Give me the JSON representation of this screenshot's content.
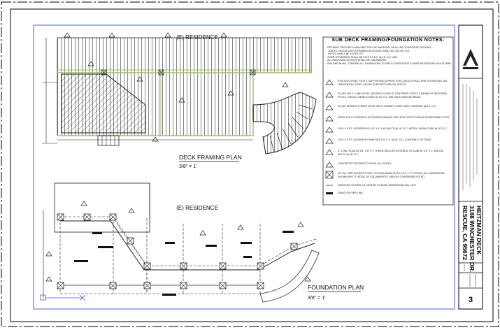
{
  "upper_plan": {
    "residence_label": "(E) RESIDENCE",
    "title": "DECK FRAMING PLAN",
    "scale": "3/8\" = 1'"
  },
  "lower_plan": {
    "residence_label": "(E) RESIDENCE",
    "title": "FOUNDATION PLAN",
    "scale": "3/8\" = 1'"
  },
  "notes": {
    "title": "SUB DECK FRAMING/FOUNDATION NOTES:",
    "general": [
      "-DECKING: PROVIDE A WALKING TOP CAP MATERIAL SHALL BE COMPOSITE DECKING.",
      "- JOISTS: FASCIA JOISTS FRAMED BLOCKING SHALL BE 2X8 OR 1X4.",
      "- POSTS SHALL BE 4X4 P.T.D.F.",
      "-STAIR STRINGERS SHALL BE 2X12 P.T.D.F. @ 16\" O.C. MIN.",
      "-ALL NAILS AND SCREWS SHALL BE GALVANIZED.",
      "-BUILDER SHALL CONFIRM ALL DIMENSIONS TO FIELD CONDITIONS & MAKE NECESSARY ADJUSTMENTS."
    ],
    "items": [
      "EXISTING STEEL POSTS SUPPORTING UPPER LEVEL DECK STRUCTURE IN EXISTING 2X6 HORIZONTAL STEEL CROSS SUPPORTS BELOW JOISTS.",
      "FLUSH 2X4 X 3 AND STEEL WELDED CLOSE AT CENTERED POSTS & BEAMS AT WESTERN POSTS. INSTALL BEAM ALONG @ 16\" O.C. BELOW AT ANGLED BEAM.",
      "FLUSH BEAM AT LOWER LEVEL DECK W/SIMP. LUS26 JOIST HANGERS @ 16\" O.C.",
      "DROP 2X6 X 3 SHEER IF OR W/SIMP BEAM AT GIRT END POSTS & BEAM AT MIDSPAN POSTS.",
      "2X10 X 8 P.T. LEDGER W/ 5 1/2\" X 6\" LAG BOLTS @ 16\" O.C. INSTALL BEAM TUBE @ 16\" O.C.",
      "2X12 X 8 P.T. LEDGER W/ SIMP SDS 1/4\" X 3\" @ 16\" O.C. & WITHIN 6\" OF ENDS.",
      "4\" CONC SLAB W/ 3/4\" X 8\" P.T. THREAT BLOCK FASTENED TO SLAB W/ 1/2\" X 3\" WEDGE BOLTS @ 16\" O.C.",
      "CONCRETE FOOTINGS TYPICAL ALL EDGES.",
      "16\" SQ. PIER W/ DEEP CONC. COLUMN BASE W/ 8 #4 1/4\" X 3\" TYPICAL ALL DIMENSIONS SHOWN ARE TO EDGE OF COLUMN/POST UNLESS OTHERWISE NOTED.",
      "DENOTES CENTER TO CENTER TO EDGE DIMENSION CALL-OUT.",
      "DENOTES PIER LINE."
    ]
  },
  "title_block": {
    "project_lines": [
      "HEITZMAN DECK",
      "3188 WINCHESTER DR.",
      "RESCUE, CA 95672"
    ],
    "sheet_number": "3"
  },
  "colors": {
    "border": "#6a7fd6",
    "framing_green": "#9bc06a",
    "ink": "#111111"
  }
}
